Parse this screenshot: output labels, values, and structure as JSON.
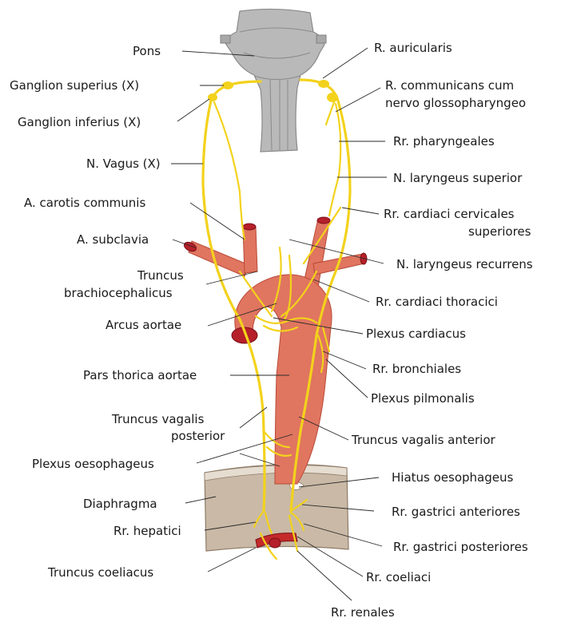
{
  "labels": {
    "pons": "Pons",
    "ganglion_superius": "Ganglion superius (X)",
    "ganglion_inferius": "Ganglion inferius (X)",
    "n_vagus": "N. Vagus (X)",
    "a_carotis": "A. carotis communis",
    "a_subclavia": "A. subclavia",
    "truncus_brachio_1": "Truncus",
    "truncus_brachio_2": "brachiocephalicus",
    "arcus_aortae": "Arcus aortae",
    "pars_thorica": "Pars thorica aortae",
    "truncus_vag_post_1": "Truncus vagalis",
    "truncus_vag_post_2": "posterior",
    "plexus_oesophageus": "Plexus oesophageus",
    "diaphragma": "Diaphragma",
    "rr_hepatici": "Rr. hepatici",
    "truncus_coeliacus": "Truncus coeliacus",
    "r_auricularis": "R. auricularis",
    "r_communicans_1": "R. communicans cum",
    "r_communicans_2": "nervo glossopharyngeo",
    "rr_pharyngeales": "Rr. pharyngeales",
    "n_laryngeus_sup": "N. laryngeus superior",
    "rr_cardiaci_cerv_1": "Rr. cardiaci cervicales",
    "rr_cardiaci_cerv_2": "superiores",
    "n_laryngeus_rec": "N. laryngeus recurrens",
    "rr_cardiaci_thor": "Rr. cardiaci thoracici",
    "plexus_cardiacus": "Plexus cardiacus",
    "rr_bronchiales": "Rr. bronchiales",
    "plexus_pilmonalis": "Plexus pilmonalis",
    "truncus_vag_ant": "Truncus vagalis anterior",
    "hiatus": "Hiatus oesophageus",
    "rr_gastrici_ant": "Rr. gastrici anteriores",
    "rr_gastrici_post": "Rr. gastrici posteriores",
    "rr_coeliaci": "Rr. coeliaci",
    "rr_renales": "Rr. renales"
  },
  "colors": {
    "nerve": "#f3d21c",
    "artery": "#e07560",
    "artery_opening": "#b5202a",
    "brainstem": "#b9b9b9",
    "diaphragm": "#c9b9a6"
  }
}
